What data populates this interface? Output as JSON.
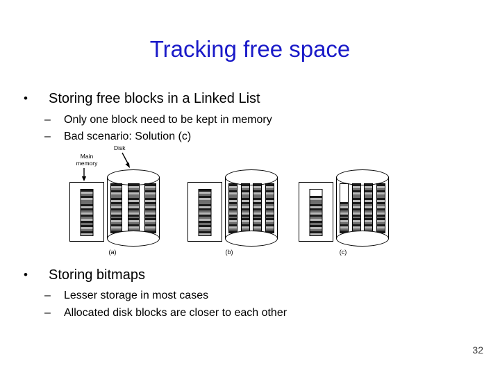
{
  "slide": {
    "title": "Tracking free space",
    "title_color": "#1A1AC8",
    "background_color": "#FFFFFF",
    "number": "32"
  },
  "content": {
    "bullets": [
      {
        "marker": "•",
        "text": "Storing free blocks in a Linked List",
        "sub": [
          {
            "marker": "–",
            "text": "Only one block need to be kept in memory"
          },
          {
            "marker": "–",
            "text": "Bad scenario:  Solution (c)"
          }
        ]
      },
      {
        "marker": "•",
        "text": "Storing bitmaps",
        "sub": [
          {
            "marker": "–",
            "text": "Lesser storage in most cases"
          },
          {
            "marker": "–",
            "text": "Allocated disk blocks are closer to each other"
          }
        ]
      }
    ]
  },
  "figure": {
    "labels": {
      "main_memory": "Main\nmemory",
      "disk": "Disk"
    },
    "panels": [
      {
        "caption": "(a)",
        "memory_block": {
          "fill": "striped",
          "empty_rows": 0
        },
        "disk_stacks": 3,
        "disk_empty_rows": 0
      },
      {
        "caption": "(b)",
        "memory_block": {
          "fill": "striped",
          "empty_rows": 0
        },
        "disk_stacks": 4,
        "disk_empty_rows": 0
      },
      {
        "caption": "(c)",
        "memory_block": {
          "fill": "striped",
          "empty_rows": 3
        },
        "disk_stacks": 4,
        "disk_empty_rows": 9
      }
    ],
    "stripe_colors": {
      "dark": "#1a1a1a",
      "mid": "#6e6e6e",
      "light": "#b8b8b8",
      "empty": "#ffffff"
    }
  }
}
